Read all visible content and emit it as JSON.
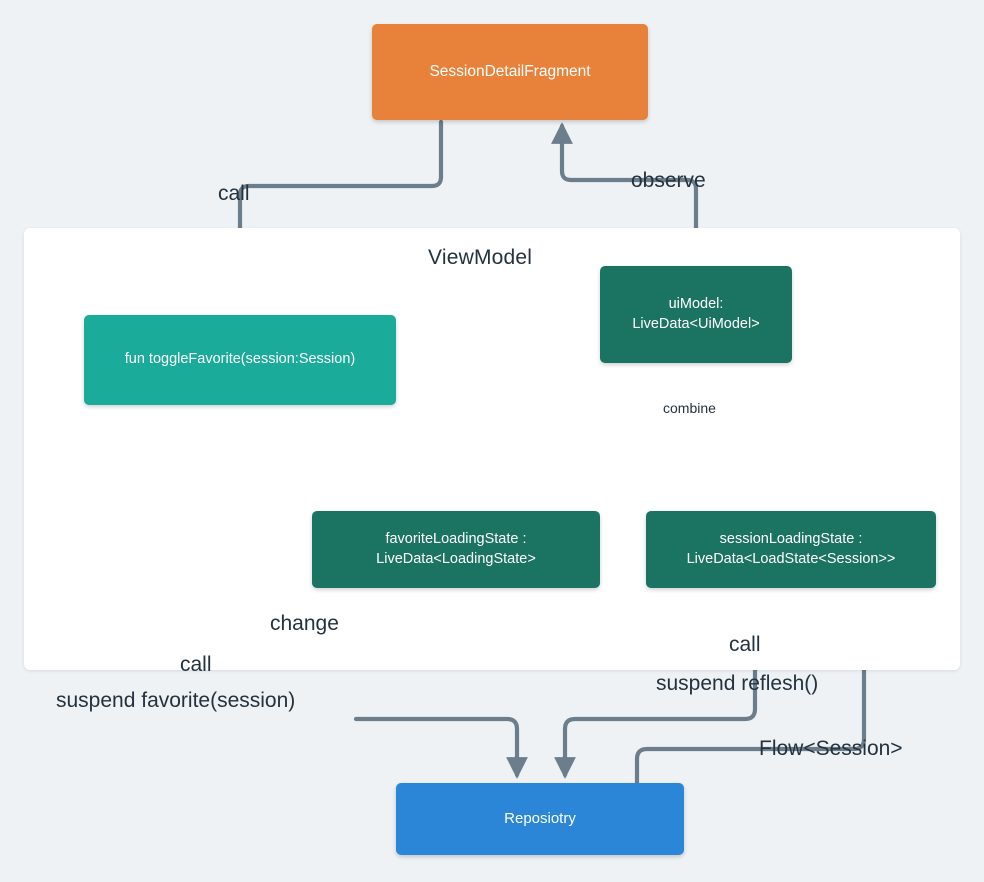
{
  "diagram": {
    "title_label": "ViewModel",
    "background_color": "#eef2f5",
    "panel_color": "#ffffff",
    "edge_color": "#6c7d8c",
    "nodes": {
      "fragment": {
        "label": "SessionDetailFragment",
        "color": "#e8823a"
      },
      "toggle_favorite": {
        "label": "fun toggleFavorite(session:Session)",
        "color": "#1aab9b"
      },
      "ui_model": {
        "label": "uiModel:\nLiveData<UiModel>",
        "color": "#1b7361"
      },
      "favorite_loading_state": {
        "label": "favoriteLoadingState :\nLiveData<LoadingState>",
        "color": "#1b7361"
      },
      "session_loading_state": {
        "label": "sessionLoadingState :\nLiveData<LoadState<Session>>",
        "color": "#1b7361"
      },
      "repository": {
        "label": "Reposiotry",
        "color": "#2b86d8"
      }
    },
    "edge_labels": {
      "call_fragment_to_toggle": "call",
      "observe": "observe",
      "combine": "combine",
      "change": "change",
      "call_toggle_to_repo": "call",
      "suspend_favorite": "suspend favorite(session)",
      "call_session_to_repo": "call",
      "suspend_reflesh": "suspend reflesh()",
      "flow_session": "Flow<Session>"
    }
  }
}
